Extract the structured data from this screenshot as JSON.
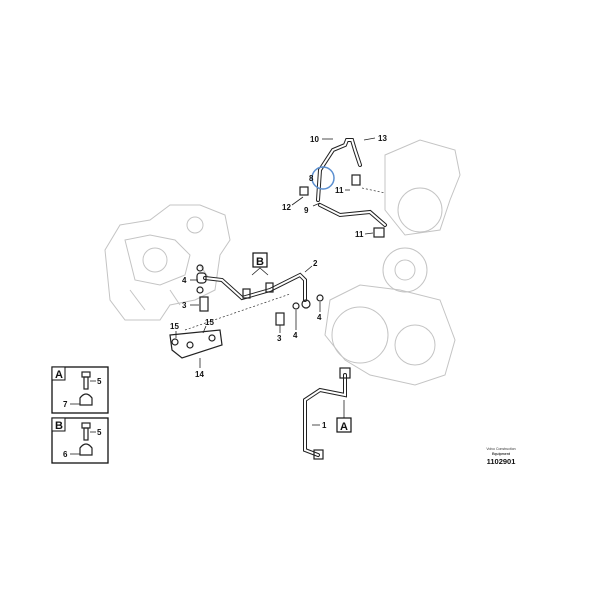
{
  "diagram": {
    "callouts": {
      "c10": "10",
      "c13": "13",
      "c8": "8",
      "c11a": "11",
      "c12": "12",
      "c9": "9",
      "c11b": "11",
      "c2": "2",
      "c4a": "4",
      "c3a": "3",
      "c15a": "15",
      "c15b": "15",
      "c14": "14",
      "c3b": "3",
      "c4b": "4",
      "c4c": "4",
      "c1": "1"
    },
    "view_markers": {
      "b": "B",
      "a": "A"
    },
    "insets": [
      {
        "letter": "A",
        "bolt_callout": "5",
        "clamp_callout": "7"
      },
      {
        "letter": "B",
        "bolt_callout": "5",
        "clamp_callout": "6"
      }
    ],
    "highlight_color": "#5b8fd0"
  },
  "footer": {
    "brand_line": "Volvo Construction",
    "brand_line2": "Equipment",
    "drawing_number": "1102901"
  }
}
